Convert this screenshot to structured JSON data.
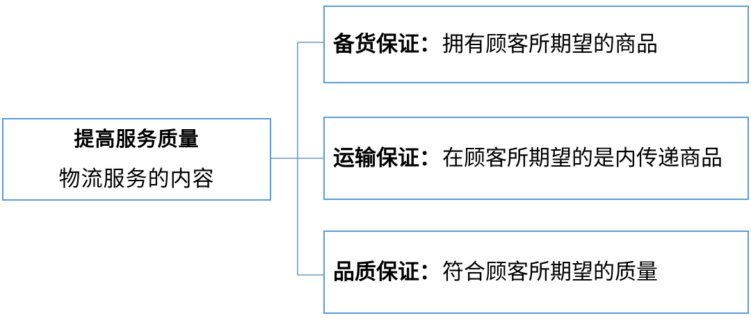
{
  "diagram": {
    "root": {
      "title": "提高服务质量",
      "subtitle": "物流服务的内容"
    },
    "branches": [
      {
        "label": "备货保证：",
        "text": "拥有顾客所期望的商品"
      },
      {
        "label": "运输保证：",
        "text": "在顾客所期望的是内传递商品"
      },
      {
        "label": "品质保证：",
        "text": "符合顾客所期望的质量"
      }
    ],
    "colors": {
      "box_border": "#5b9bd5",
      "connector": "#6d96be",
      "text": "#000000",
      "background": "#ffffff"
    }
  }
}
